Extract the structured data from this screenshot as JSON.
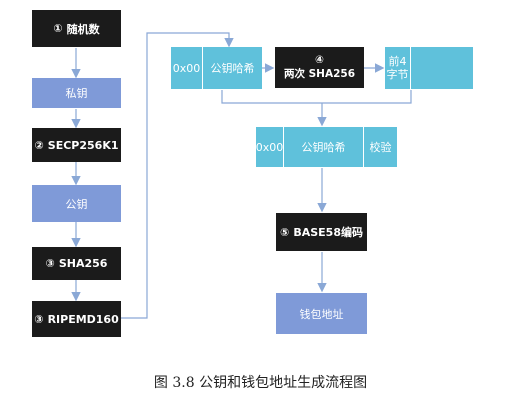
{
  "left_column": [
    {
      "num": "①",
      "label": "随机数"
    },
    {
      "label": "私钥"
    },
    {
      "num": "②",
      "label": "SECP256K1"
    },
    {
      "label": "公钥"
    },
    {
      "num": "③",
      "label": "SHA256"
    },
    {
      "num": "③",
      "label": "RIPEMD160"
    }
  ],
  "row1": {
    "prefix": "0x00",
    "hash": "公钥哈希",
    "step_num": "④",
    "step_label": "两次 SHA256",
    "first4": "前4\n字节"
  },
  "row2": {
    "prefix": "0x00",
    "hash": "公钥哈希",
    "check": "校验"
  },
  "base58": {
    "num": "⑤",
    "label": "BASE58编码"
  },
  "address": {
    "label": "钱包地址"
  },
  "caption": "图 3.8 公钥和钱包地址生成流程图",
  "colors": {
    "dark": "#1b1b1b",
    "blue": "#7f9ad8",
    "teal": "#5fc1db",
    "arrow": "#8aa8d6"
  }
}
